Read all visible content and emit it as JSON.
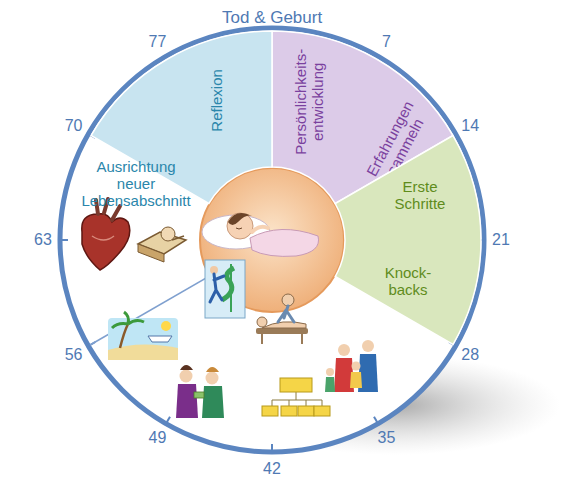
{
  "diagram": {
    "nodes": [
      {
        "text": [
          "Persönlichkeits- entwicklung",
          "Erfahrungen sammeln"
        ]
      },
      {
        "text": [
          "Erste Schritte",
          "Knock- backs"
        ]
      },
      {
        "text": [
          "Reflexion",
          "Ausrichtung neuer Lebensabschnitt"
        ]
      }
    ],
    "labels": [
      "Tod & Geburt",
      "7",
      "14",
      "21",
      "28",
      "35",
      "42",
      "49",
      "56",
      "63",
      "70",
      "77"
    ]
  }
}
